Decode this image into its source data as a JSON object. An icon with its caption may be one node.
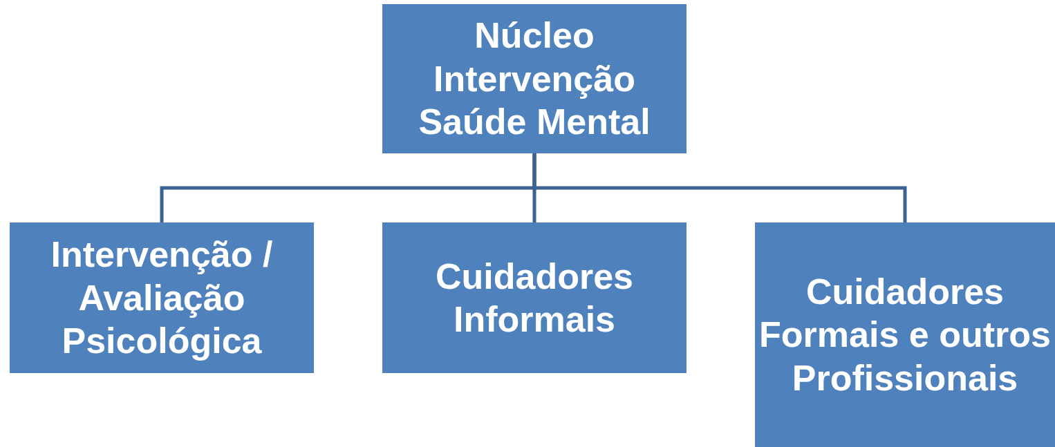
{
  "diagram": {
    "nodes": [
      {
        "text": [
          "Núcleo Intervenção Saúde Mental"
        ]
      },
      {
        "text": [
          "Intervenção / Avaliação Psicológica"
        ]
      },
      {
        "text": [
          "Cuidadores Informais"
        ]
      },
      {
        "text": [
          "Cuidadores Formais e outros Profissionais"
        ]
      }
    ],
    "edges": [
      {
        "from": 0,
        "to": 1,
        "arrow": "none"
      },
      {
        "from": 0,
        "to": 2,
        "arrow": "none"
      },
      {
        "from": 0,
        "to": 3,
        "arrow": "none"
      }
    ]
  }
}
